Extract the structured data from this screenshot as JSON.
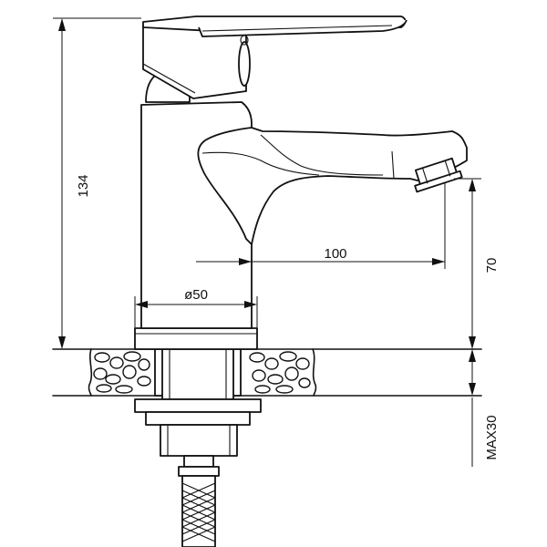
{
  "dimensions": {
    "total_height": "134",
    "spout_reach": "100",
    "spout_height": "70",
    "base_diameter": "ø50",
    "max_deck": "MAX30"
  },
  "colors": {
    "line": "#111111",
    "background": "#ffffff"
  }
}
